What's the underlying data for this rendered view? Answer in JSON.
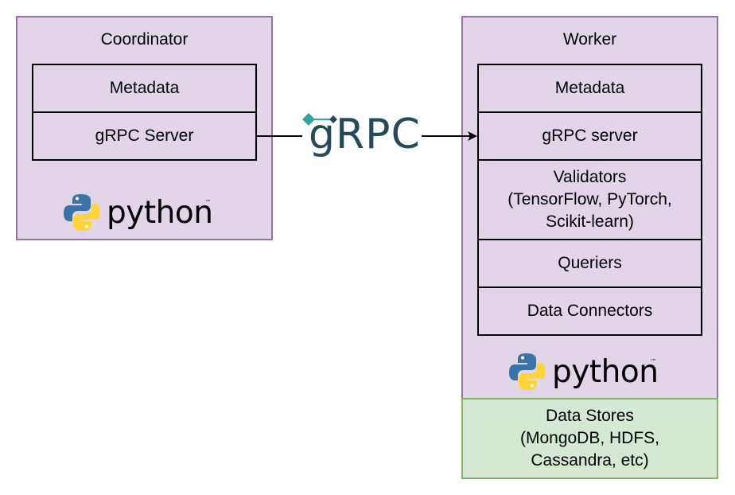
{
  "coordinator": {
    "title": "Coordinator",
    "components": [
      "Metadata",
      "gRPC Server"
    ],
    "logo": "python"
  },
  "worker": {
    "title": "Worker",
    "components": [
      "Metadata",
      "gRPC server",
      "Validators\n(TensorFlow, PyTorch,\nScikit-learn)",
      "Queriers",
      "Data Connectors"
    ],
    "logo": "python"
  },
  "data_stores": {
    "label": "Data Stores\n(MongoDB, HDFS,\nCassandra, etc)"
  },
  "connection": {
    "protocol": "gRPC"
  },
  "python_logo": {
    "word": "python",
    "tm": "™"
  },
  "colors": {
    "panel_fill": "#e1d5e7",
    "panel_border": "#9673a6",
    "store_fill": "#d5e8d4",
    "store_border": "#82b366",
    "grpc_text": "#244b5a",
    "grpc_accent": "#2ea8a0",
    "python_blue": "#3a73a8",
    "python_yellow": "#ffd43b"
  }
}
